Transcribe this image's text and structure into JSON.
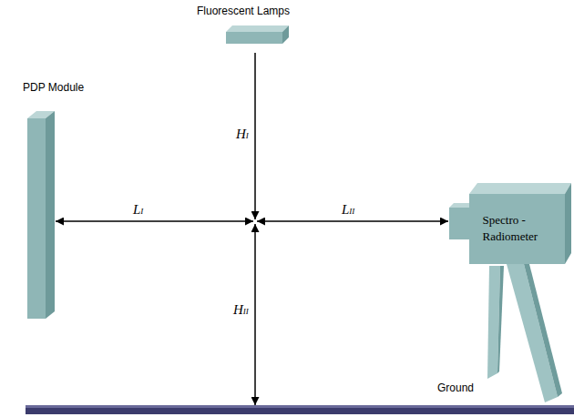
{
  "diagram": {
    "nodes": [
      {
        "text": [
          "Fluorescent Lamps"
        ]
      },
      {
        "text": [
          "PDP Module"
        ]
      },
      {
        "text": [
          "Spectro -Radiometer"
        ]
      },
      {
        "text": [
          "Ground"
        ]
      }
    ],
    "labels": [
      "HI",
      "LI",
      "LII",
      "HII"
    ]
  }
}
